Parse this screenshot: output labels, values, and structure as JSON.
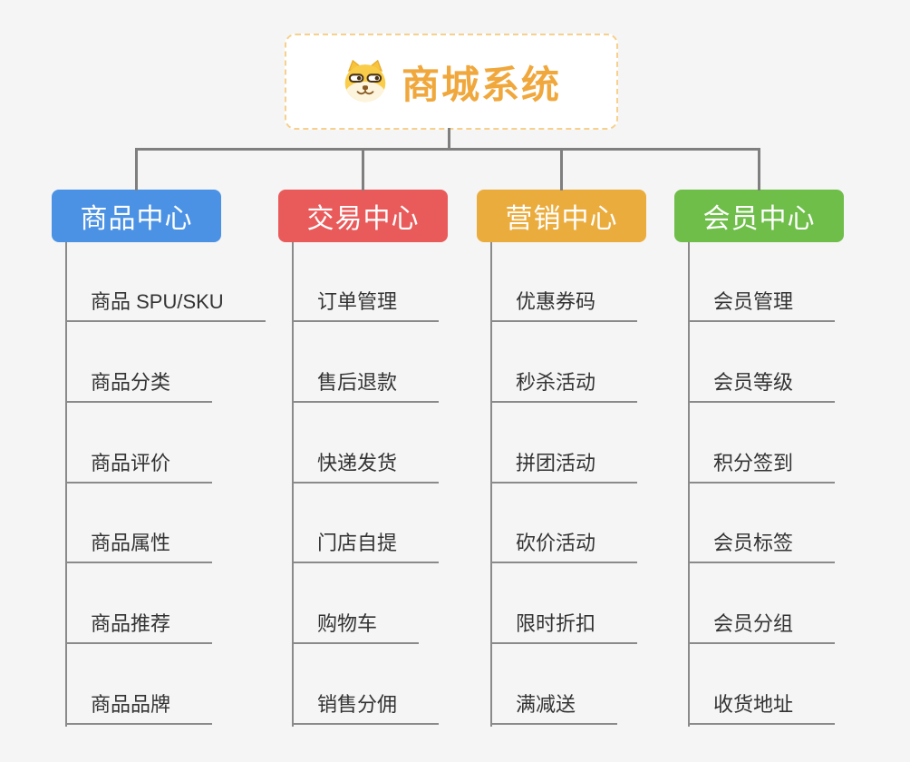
{
  "page": {
    "background": "#f5f5f5",
    "connector_color": "#7f7f7f",
    "underline_color": "#8a8a8a"
  },
  "root": {
    "title": "商城系统",
    "icon": "dog-mascot-icon",
    "text_color": "#f0a73c",
    "border_color": "#f6d08c"
  },
  "branches": [
    {
      "label": "商品中心",
      "color": "#4b92e5",
      "children": [
        "商品 SPU/SKU",
        "商品分类",
        "商品评价",
        "商品属性",
        "商品推荐",
        "商品品牌"
      ]
    },
    {
      "label": "交易中心",
      "color": "#e95b5b",
      "children": [
        "订单管理",
        "售后退款",
        "快递发货",
        "门店自提",
        "购物车",
        "销售分佣"
      ]
    },
    {
      "label": "营销中心",
      "color": "#ebac3e",
      "children": [
        "优惠券码",
        "秒杀活动",
        "拼团活动",
        "砍价活动",
        "限时折扣",
        "满减送"
      ]
    },
    {
      "label": "会员中心",
      "color": "#6ebe49",
      "children": [
        "会员管理",
        "会员等级",
        "积分签到",
        "会员标签",
        "会员分组",
        "收货地址"
      ]
    }
  ]
}
